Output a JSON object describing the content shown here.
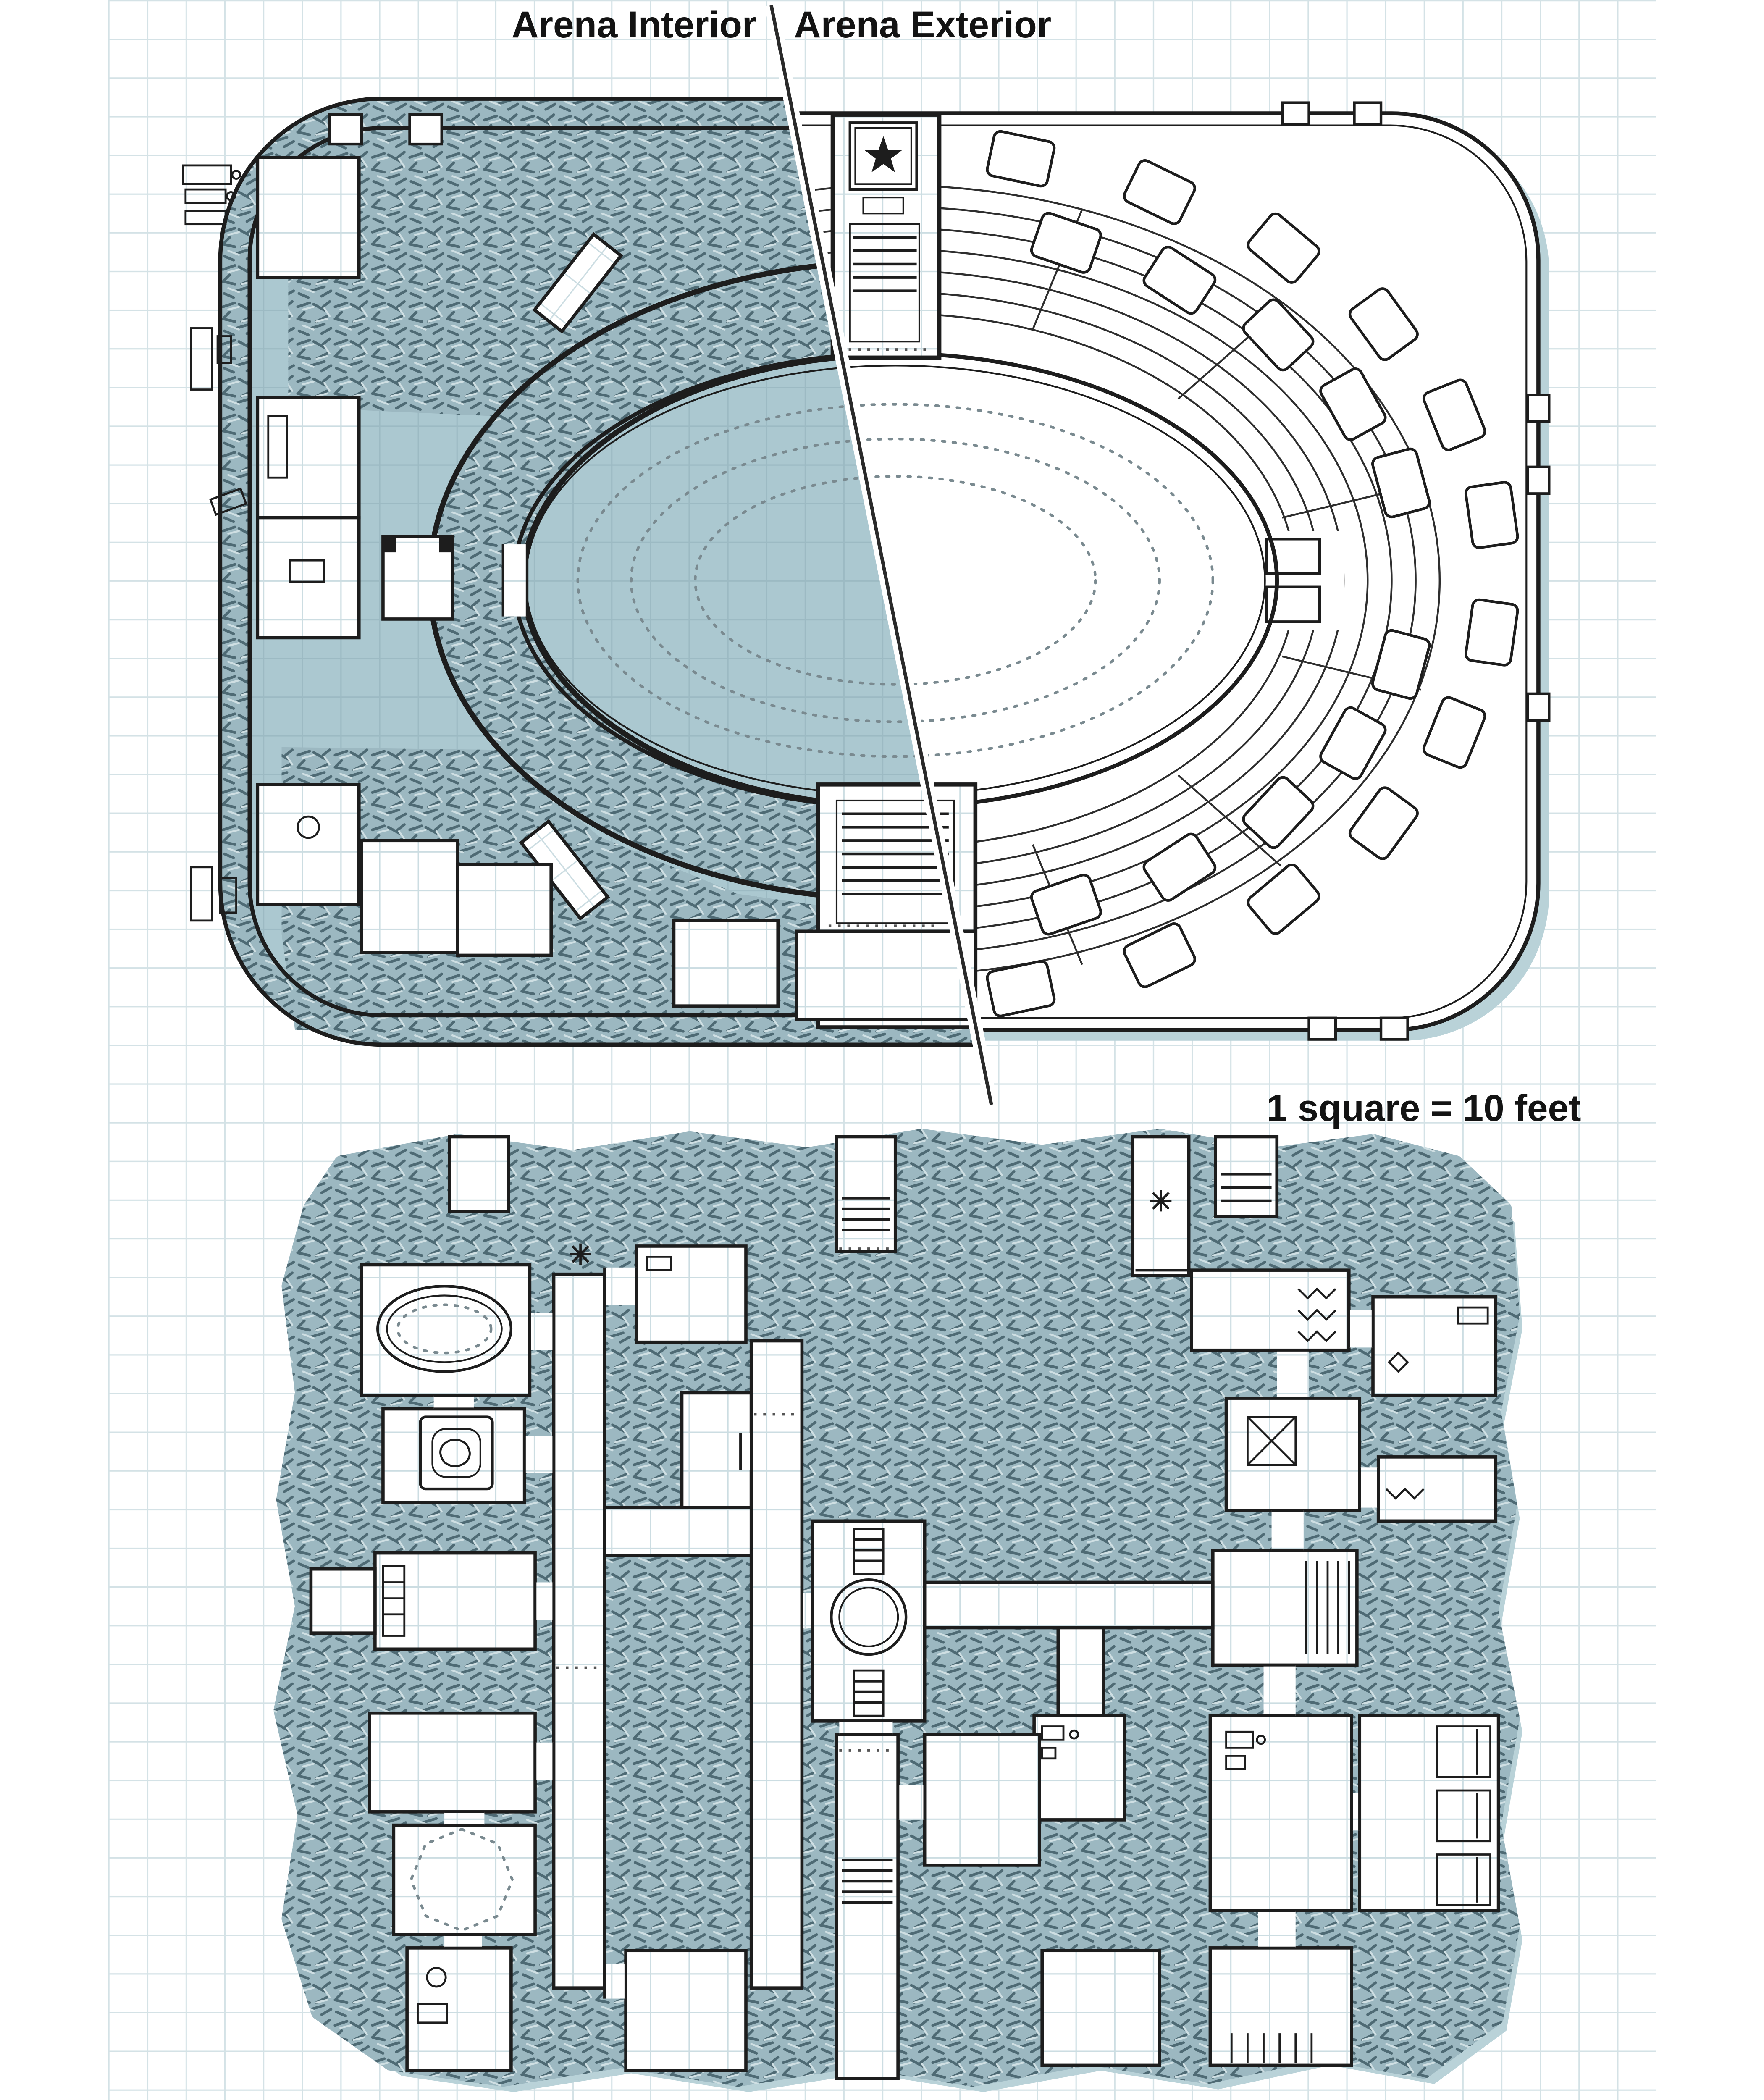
{
  "labels": {
    "arena_interior": "Arena Interior",
    "arena_exterior": "Arena Exterior"
  },
  "scale_note": "1 square = 10 feet",
  "colors": {
    "wall_fill": "#9cb8c1",
    "wall_stroke": "#4e6a74",
    "wall_light": "#cfdfe3",
    "floor_teal": "#abc8d0",
    "shadow_teal": "#b9d2d8",
    "outline": "#1d1d1d",
    "grid": "#ccdde2",
    "grid_on_teal": "#9cbac3",
    "ink": "#131313",
    "paper": "#ffffff"
  }
}
